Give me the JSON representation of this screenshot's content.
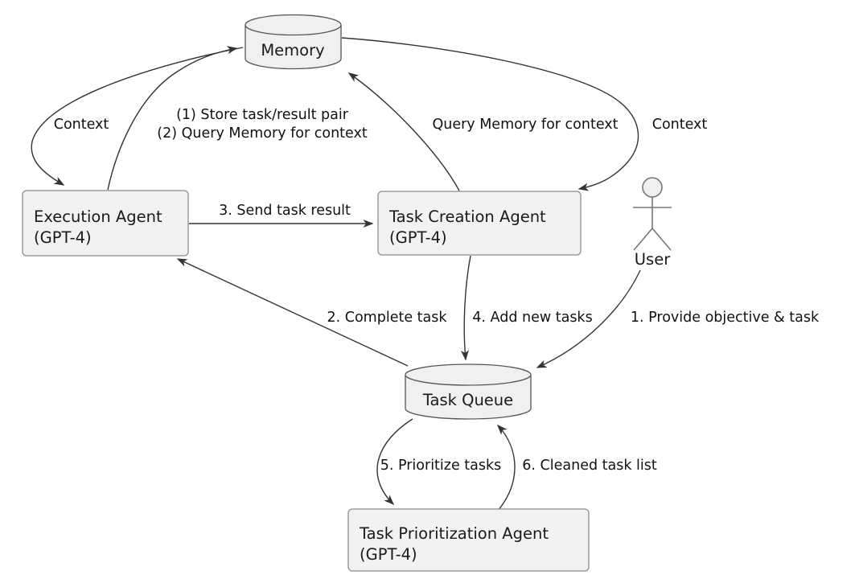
{
  "nodes": {
    "memory": {
      "label": "Memory",
      "type": "datastore"
    },
    "execution_agent": {
      "line1": "Execution Agent",
      "line2": "(GPT-4)",
      "type": "process"
    },
    "task_creation_agent": {
      "line1": "Task Creation Agent",
      "line2": "(GPT-4)",
      "type": "process"
    },
    "task_queue": {
      "label": "Task Queue",
      "type": "datastore"
    },
    "task_prioritization_agent": {
      "line1": "Task Prioritization Agent",
      "line2": "(GPT-4)",
      "type": "process"
    },
    "user": {
      "label": "User",
      "type": "actor"
    }
  },
  "edges": {
    "context_left": {
      "label": "Context",
      "from": "Memory",
      "to": "Execution Agent"
    },
    "store_and_query": {
      "line1": "(1) Store task/result pair",
      "line2": "(2) Query Memory for context",
      "from": "Execution Agent",
      "to": "Memory"
    },
    "query_memory": {
      "label": "Query Memory for context",
      "from": "Task Creation Agent",
      "to": "Memory"
    },
    "context_right": {
      "label": "Context",
      "from": "Memory",
      "to": "Task Creation Agent"
    },
    "send_task_result": {
      "label": "3. Send task result",
      "from": "Execution Agent",
      "to": "Task Creation Agent"
    },
    "complete_task": {
      "label": "2. Complete task",
      "from": "Task Queue",
      "to": "Execution Agent"
    },
    "add_new_tasks": {
      "label": "4. Add new tasks",
      "from": "Task Creation Agent",
      "to": "Task Queue"
    },
    "provide_objective": {
      "label": "1. Provide objective & task",
      "from": "User",
      "to": "Task Queue"
    },
    "prioritize_tasks": {
      "label": "5. Prioritize tasks",
      "from": "Task Queue",
      "to": "Task Prioritization Agent"
    },
    "cleaned_task_list": {
      "label": "6. Cleaned task list",
      "from": "Task Prioritization Agent",
      "to": "Task Queue"
    }
  },
  "colors": {
    "background": "#ffffff",
    "node_fill": "#f2f2f2",
    "node_border": "#8c8c8c",
    "edge": "#333333",
    "text": "#1a1a1a"
  }
}
